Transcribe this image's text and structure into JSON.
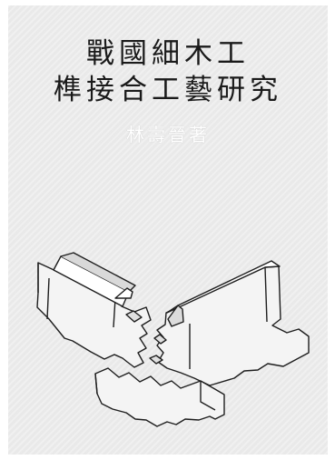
{
  "cover": {
    "title_line1": "戰國細木工",
    "title_line2": "榫接合工藝研究",
    "author": "林壽晉著"
  },
  "illustration": {
    "icon": "mortise-and-tenon-joint-illustration"
  }
}
